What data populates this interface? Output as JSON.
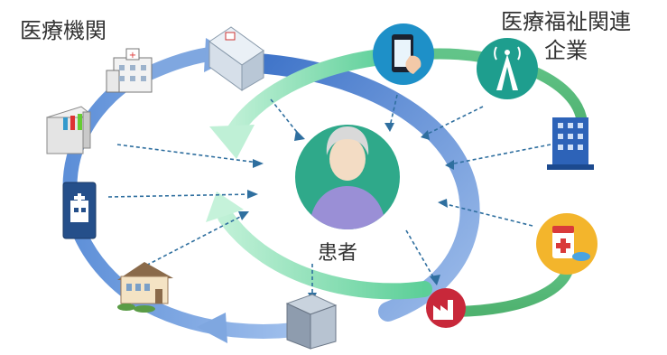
{
  "labels": {
    "medical_institutions": "医療機関",
    "welfare_companies_line1": "医療福祉関連",
    "welfare_companies_line2": "企業",
    "patient": "患者"
  },
  "icons": {
    "patient": "elderly-patient-icon",
    "smartphone": "smartphone-icon",
    "antenna": "radio-tower-icon",
    "office": "office-building-icon",
    "medicine": "medicine-icon",
    "factory": "factory-icon"
  },
  "colors": {
    "medical_arrow": "#7fa7e0",
    "patient_arrow": "#7fdcae",
    "company_arc": "#5fbf7a",
    "connector": "#2f6f9f",
    "patient_circle": "#2fa98a",
    "phone_circle": "#1e90c8",
    "antenna_circle": "#1e9e8e",
    "medicine_circle": "#f3b52c",
    "factory_circle": "#c8283a"
  }
}
